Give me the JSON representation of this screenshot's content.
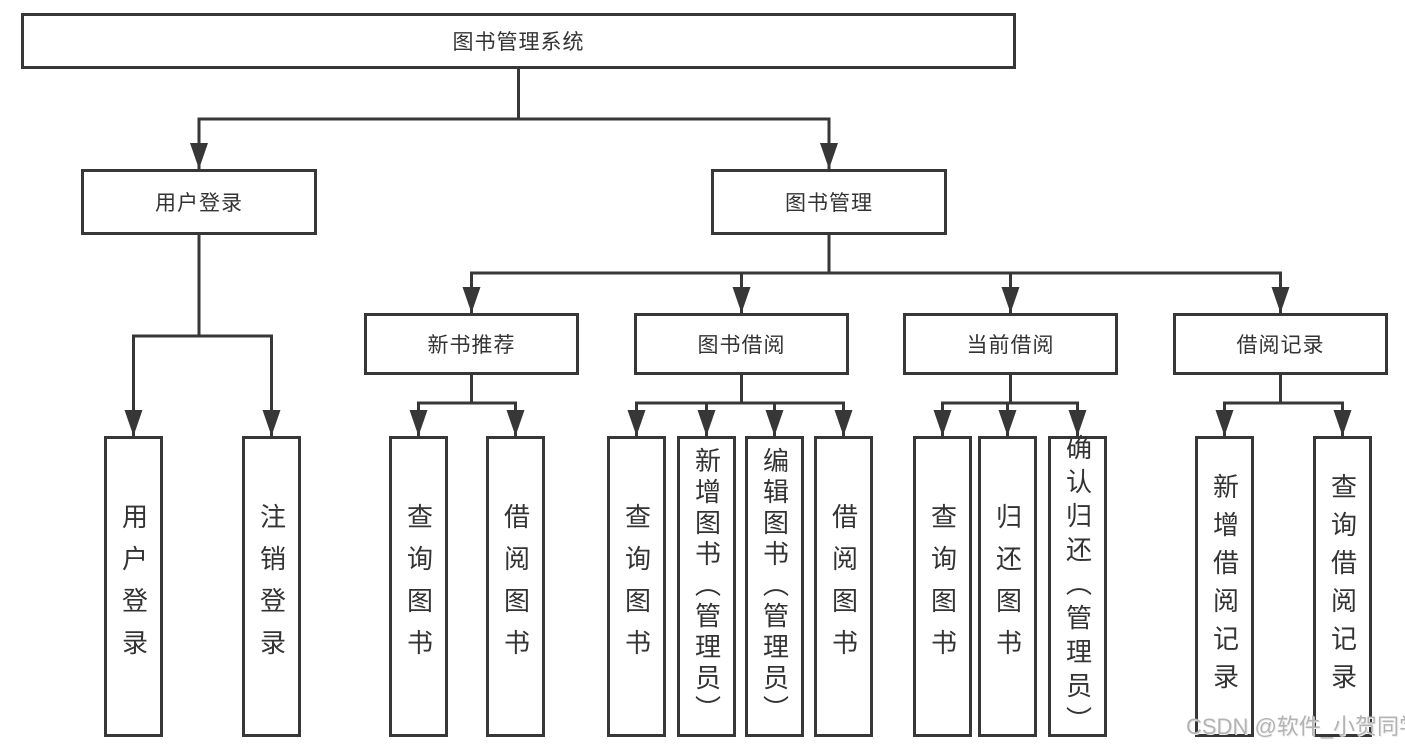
{
  "diagram": {
    "tree": {
      "label": "图书管理系统",
      "children": [
        {
          "label": "用户登录",
          "children": [
            {
              "label": "用户登录"
            },
            {
              "label": "注销登录"
            }
          ]
        },
        {
          "label": "图书管理",
          "children": [
            {
              "label": "新书推荐",
              "children": [
                {
                  "label": "查询图书"
                },
                {
                  "label": "借阅图书"
                }
              ]
            },
            {
              "label": "图书借阅",
              "children": [
                {
                  "label": "查询图书"
                },
                {
                  "label": "新增图书（管理员）"
                },
                {
                  "label": "编辑图书（管理员）"
                },
                {
                  "label": "借阅图书"
                }
              ]
            },
            {
              "label": "当前借阅",
              "children": [
                {
                  "label": "查询图书"
                },
                {
                  "label": "归还图书"
                },
                {
                  "label": "确认归还（管理员）"
                }
              ]
            },
            {
              "label": "借阅记录",
              "children": [
                {
                  "label": "新增借阅记录"
                },
                {
                  "label": "查询借阅记录"
                }
              ]
            }
          ]
        }
      ]
    }
  },
  "watermark": {
    "text": "CSDN @软件_小贺同学",
    "color": "#b3b3b3"
  },
  "colors": {
    "line": "#373737",
    "box_border": "#373737",
    "box_fill": "#ffffff",
    "text": "#333333",
    "background": "#ffffff"
  }
}
